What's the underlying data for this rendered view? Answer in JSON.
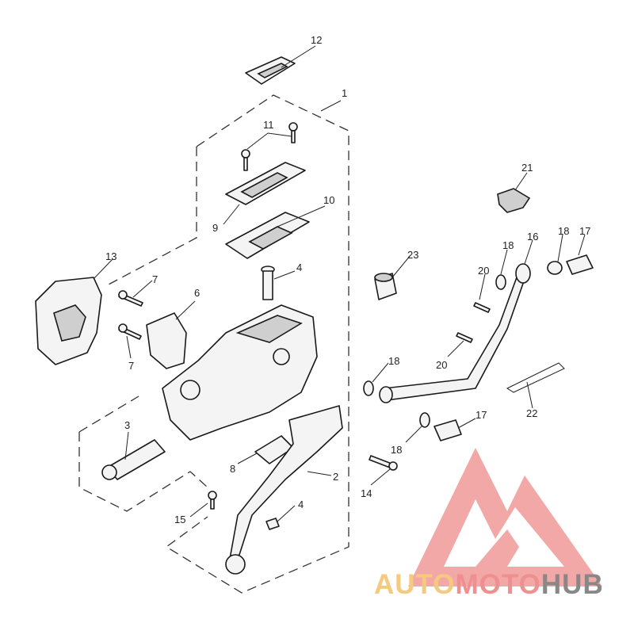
{
  "callouts": {
    "c1": "1",
    "c2": "2",
    "c3": "3",
    "c4a": "4",
    "c4b": "4",
    "c6": "6",
    "c7a": "7",
    "c7b": "7",
    "c8": "8",
    "c9": "9",
    "c10": "10",
    "c11": "11",
    "c12": "12",
    "c13": "13",
    "c14": "14",
    "c15": "15",
    "c16": "16",
    "c17a": "17",
    "c17b": "17",
    "c18a": "18",
    "c18b": "18",
    "c18c": "18",
    "c18d": "18",
    "c20a": "20",
    "c20b": "20",
    "c21": "21",
    "c22": "22",
    "c23": "23"
  },
  "watermark": {
    "auto": "AUTO",
    "moto": "MOTO",
    "hub": "HUB",
    "colors": {
      "auto": "#f5c97e",
      "moto": "#ef8f8f",
      "hub": "#888888",
      "logo": "#f08080"
    }
  }
}
